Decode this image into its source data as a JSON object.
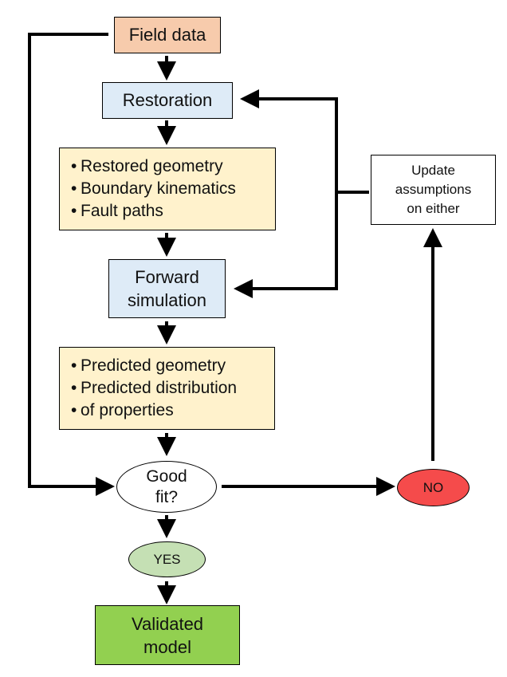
{
  "colors": {
    "field_data": "#f7cbac",
    "process": "#deebf7",
    "list": "#fff2cc",
    "decision": "#ffffff",
    "yes": "#c5e0b4",
    "no": "#f54b4b",
    "validated": "#92d050",
    "update": "#ffffff",
    "arrow": "#000000"
  },
  "nodes": {
    "field_data": {
      "lines": [
        "Field data"
      ]
    },
    "restoration": {
      "lines": [
        "Restoration"
      ]
    },
    "restored_outputs": {
      "items": [
        "Restored geometry",
        "Boundary kinematics",
        "Fault paths"
      ]
    },
    "forward_simulation": {
      "lines": [
        "Forward",
        "simulation"
      ]
    },
    "predicted_outputs": {
      "items": [
        "Predicted geometry",
        "Predicted distribution",
        "of properties"
      ]
    },
    "good_fit": {
      "lines": [
        "Good",
        "fit?"
      ]
    },
    "yes": {
      "lines": [
        "YES"
      ]
    },
    "no": {
      "lines": [
        "NO"
      ]
    },
    "validated_model": {
      "lines": [
        "Validated",
        "model"
      ]
    },
    "update_assumptions": {
      "lines": [
        "Update",
        "assumptions",
        "on either"
      ]
    }
  }
}
